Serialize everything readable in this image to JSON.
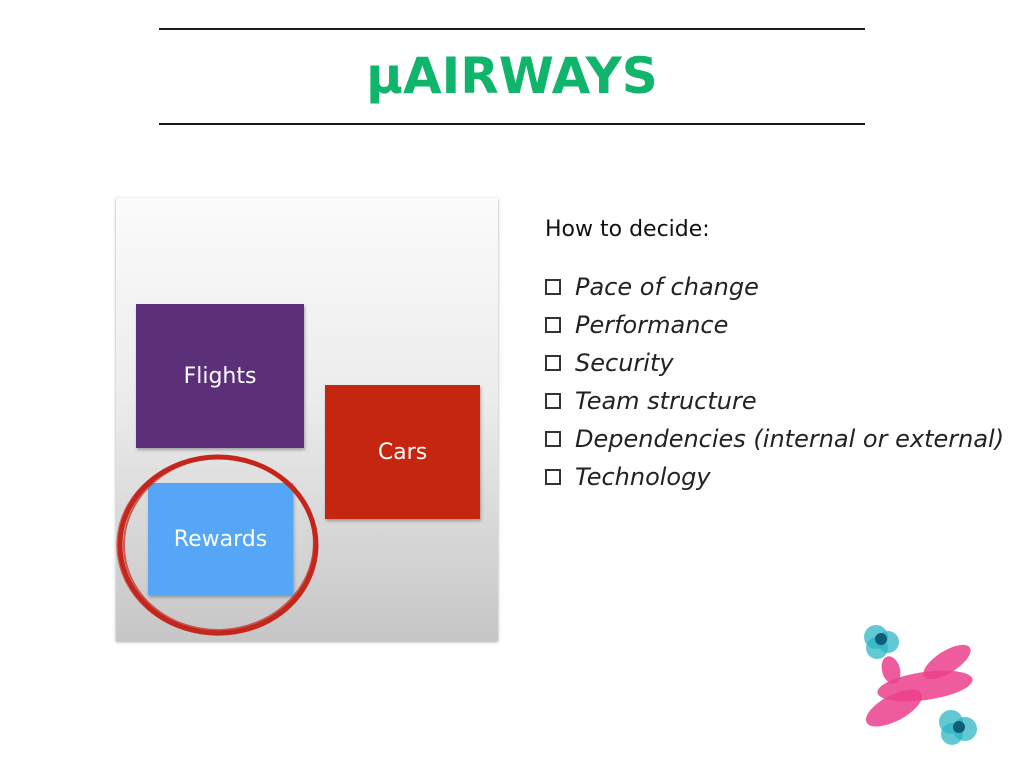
{
  "slide": {
    "title": "µAIRWAYS",
    "title_color": "#0fb56b"
  },
  "diagram": {
    "boxes": [
      {
        "label": "Flights",
        "color": "#5c3079"
      },
      {
        "label": "Cars",
        "color": "#c4260f"
      },
      {
        "label": "Rewards",
        "color": "#55a6f7"
      }
    ],
    "highlighted": "Rewards",
    "highlight_color": "#c5261c"
  },
  "criteria": {
    "heading": "How to decide:",
    "items": [
      "Pace of change",
      "Performance",
      "Security",
      "Team structure",
      "Dependencies (internal or external)",
      "Technology"
    ]
  },
  "logo": {
    "icon": "airplane-logo-icon",
    "colors": {
      "plane": "#ec3f8c",
      "clouds": "#2cb6c6",
      "cloud_dark": "#0f5e78"
    }
  }
}
